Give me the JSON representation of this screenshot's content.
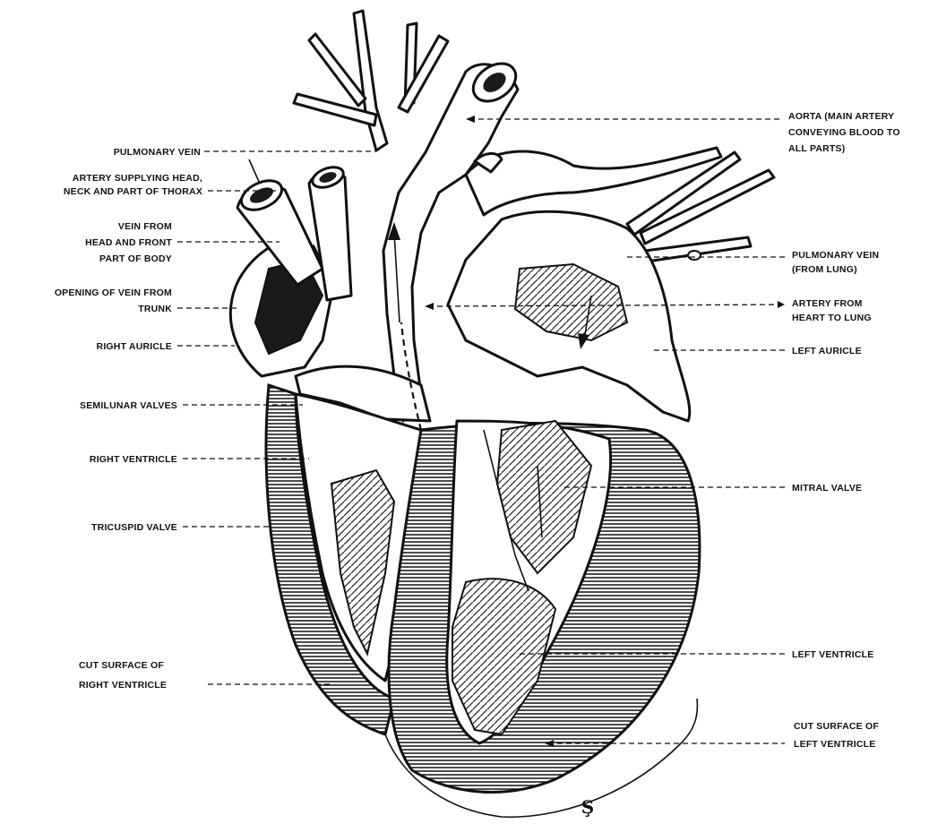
{
  "labels": {
    "pulmonary_vein_top": "PULMONARY VEIN",
    "artery_head_1": "ARTERY SUPPLYING HEAD,",
    "artery_head_2": "NECK AND PART OF THORAX",
    "vein_head_1": "VEIN FROM",
    "vein_head_2": "HEAD AND FRONT",
    "vein_head_3": "PART OF BODY",
    "opening_vein_1": "OPENING OF VEIN  FROM",
    "opening_vein_2": "TRUNK",
    "right_auricle": "RIGHT AURICLE",
    "semilunar_valves": "SEMILUNAR VALVES",
    "right_ventricle": "RIGHT VENTRICLE",
    "tricuspid_valve": "TRICUSPID VALVE",
    "cut_right_1": "CUT SURFACE OF",
    "cut_right_2": "RIGHT VENTRICLE",
    "aorta_1": "AORTA (MAIN ARTERY",
    "aorta_2": "CONVEYING BLOOD TO",
    "aorta_3": "ALL PARTS)",
    "pulmonary_vein_right_1": "PULMONARY VEIN",
    "pulmonary_vein_right_2": "(FROM LUNG)",
    "artery_lung_1": "ARTERY FROM",
    "artery_lung_2": "HEART TO LUNG",
    "left_auricle": "LEFT AURICLE",
    "mitral_valve": "MITRAL VALVE",
    "left_ventricle": "LEFT VENTRICLE",
    "cut_left_1": "CUT SURFACE OF",
    "cut_left_2": "LEFT VENTRICLE"
  },
  "signature": "Ş"
}
